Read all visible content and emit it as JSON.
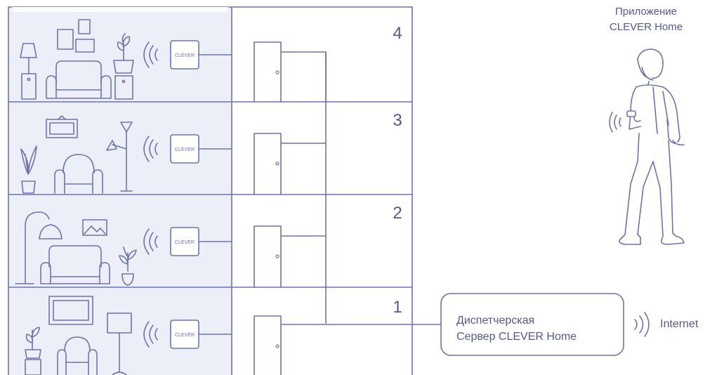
{
  "app": {
    "line1": "Приложение",
    "line2": "CLEVER Home"
  },
  "floors": [
    {
      "number": "4",
      "device_label": "CLEVER"
    },
    {
      "number": "3",
      "device_label": "CLEVER"
    },
    {
      "number": "2",
      "device_label": "CLEVER"
    },
    {
      "number": "1",
      "device_label": "CLEVER"
    }
  ],
  "server": {
    "line1": "Диспетчерская",
    "line2": "Сервер CLEVER Home"
  },
  "internet": "Internet",
  "colors": {
    "stroke": "#6e74a8",
    "room_fill": "#eceef8",
    "text": "#55598f"
  }
}
